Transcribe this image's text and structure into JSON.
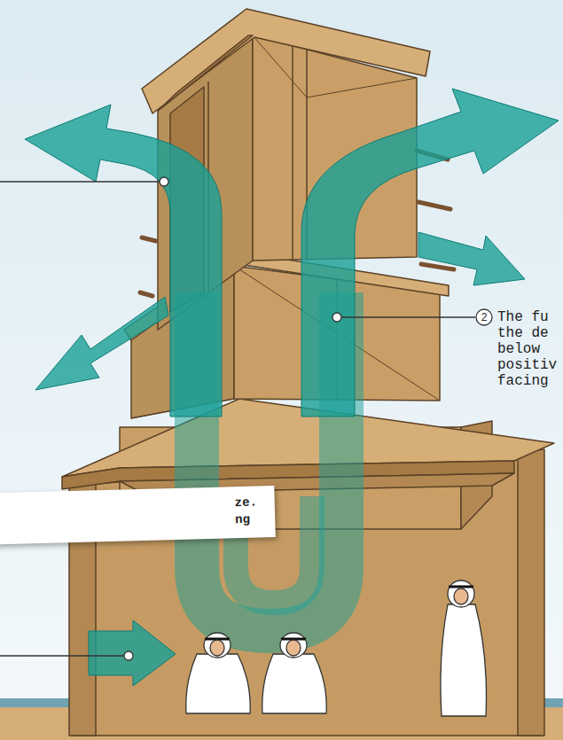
{
  "diagram": {
    "nodes": [
      {
        "text": [
          "2"
        ]
      },
      {
        "text": [
          "ze. ng"
        ]
      }
    ],
    "labels": [
      "The fu the de below positiv facing"
    ]
  }
}
